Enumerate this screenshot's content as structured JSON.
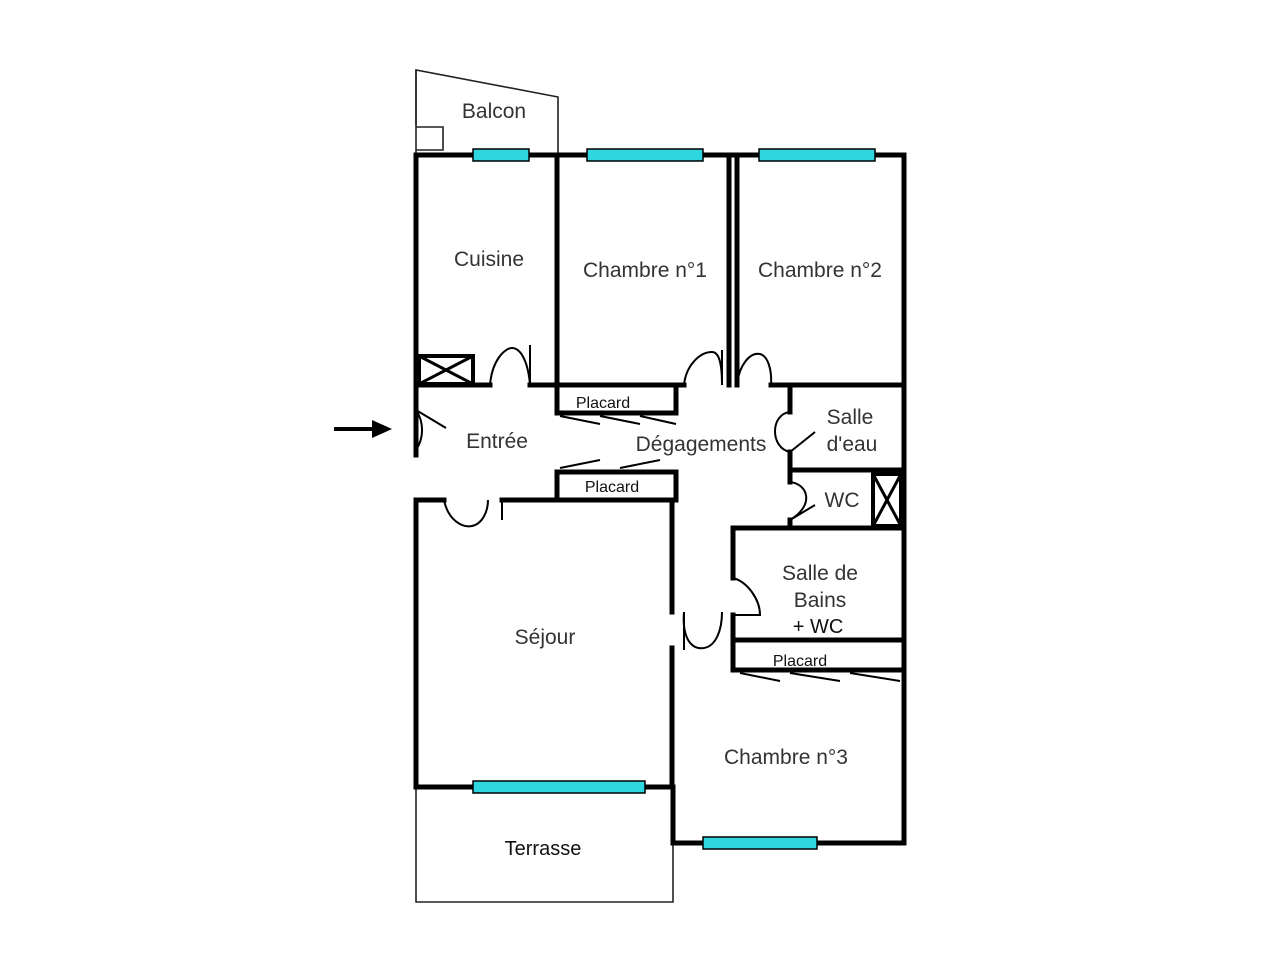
{
  "rooms": {
    "balcon": "Balcon",
    "cuisine": "Cuisine",
    "chambre1": "Chambre n°1",
    "chambre2": "Chambre n°2",
    "entree": "Entrée",
    "degagements": "Dégagements",
    "salle_eau_1": "Salle",
    "salle_eau_2": "d'eau",
    "wc": "WC",
    "sdb_1": "Salle de",
    "sdb_2": "Bains",
    "sdb_3": "+ WC",
    "sejour": "Séjour",
    "chambre3": "Chambre n°3",
    "terrasse": "Terrasse"
  },
  "closets": {
    "placard_1": "Placard",
    "placard_2": "Placard",
    "placard_3": "Placard"
  },
  "colors": {
    "window": "#2fd6e0",
    "wall": "#000000"
  },
  "icons": {
    "entrance": "entrance-arrow-icon",
    "duct": "ventilation-duct-icon"
  }
}
